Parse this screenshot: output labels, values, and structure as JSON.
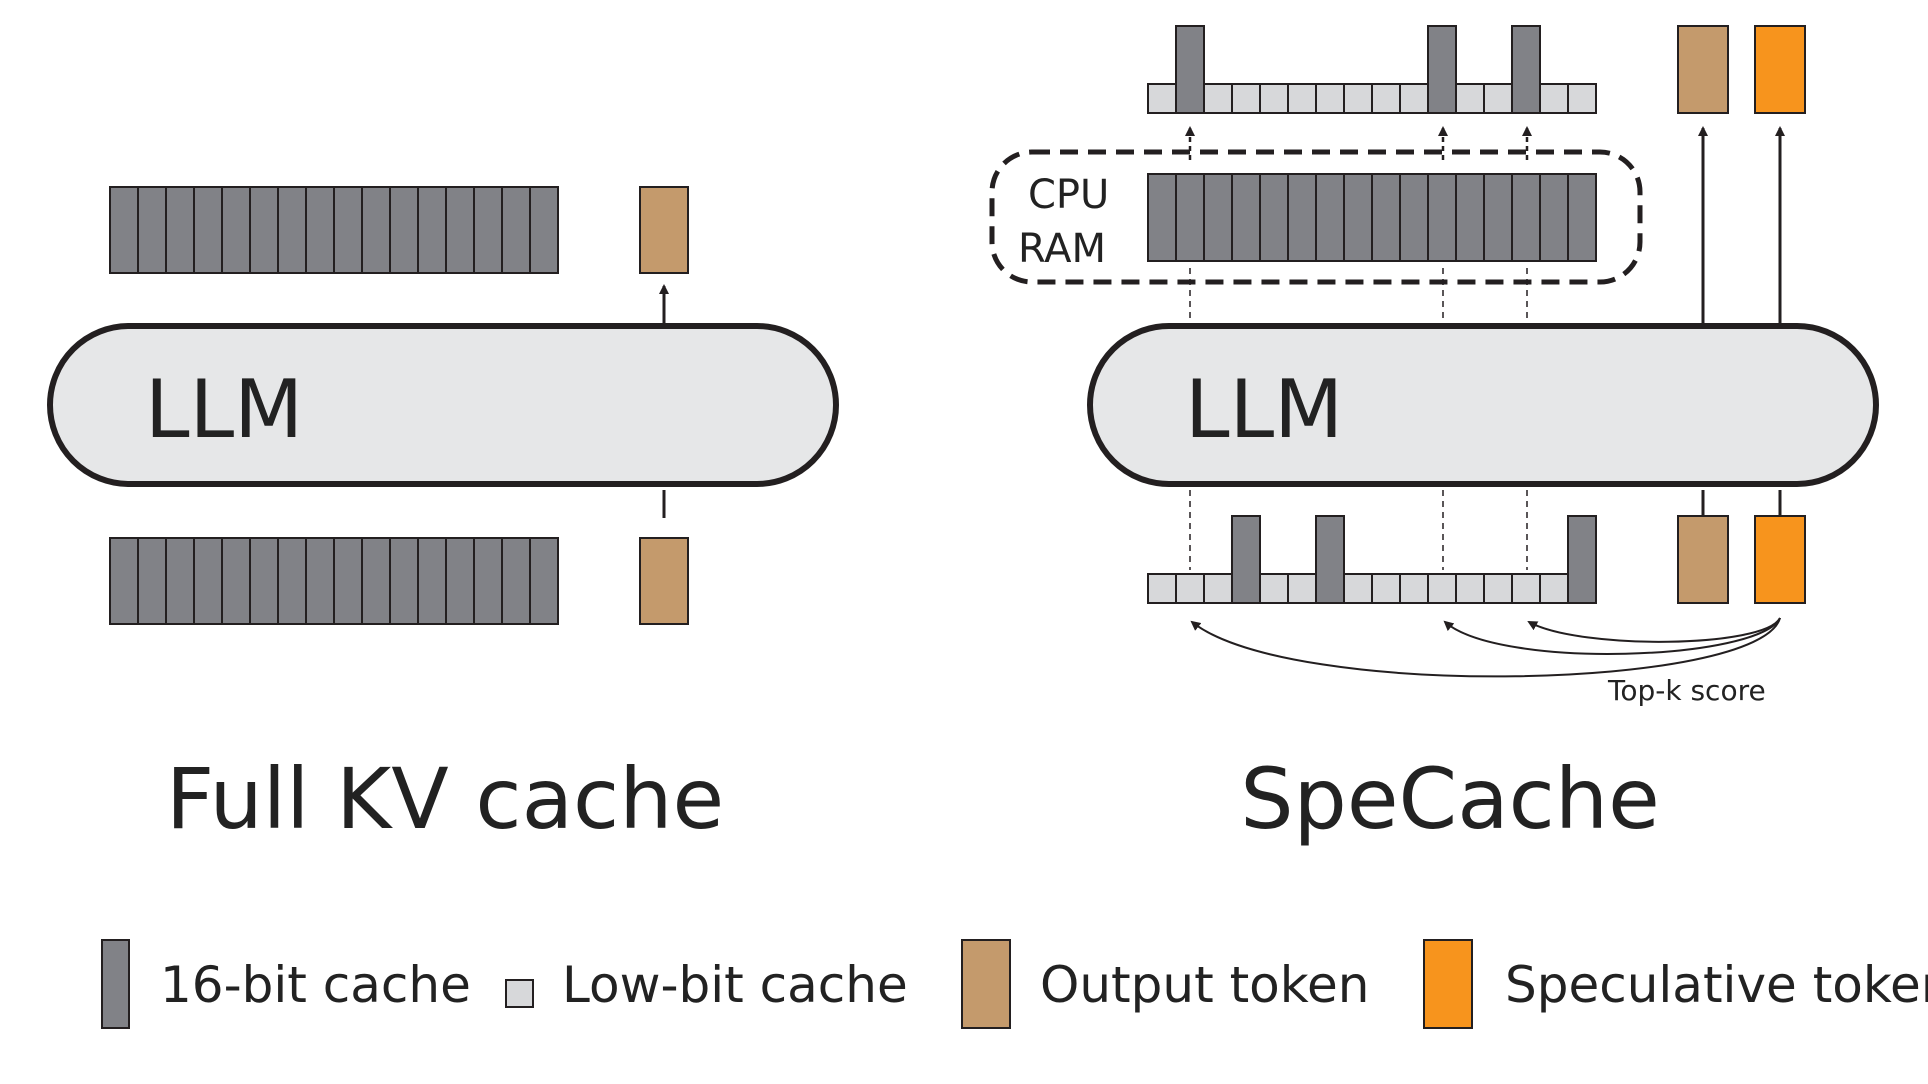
{
  "colors": {
    "cache_16bit": "#818287",
    "cache_lowbit": "#d7d8da",
    "output_token": "#c49a6c",
    "speculative_token": "#f7941d",
    "llm_fill": "#e6e7e8",
    "stroke": "#231f20"
  },
  "left_panel": {
    "llm_label": "LLM",
    "title": "Full KV cache",
    "cache_cells": 16
  },
  "right_panel": {
    "llm_label": "LLM",
    "title": "SpeCache",
    "ram_label_line1": "CPU",
    "ram_label_line2": "RAM",
    "cache_cells": 16,
    "topk_label": "Top-k score",
    "top_row_16bit_indices": [
      1,
      10,
      13
    ],
    "bottom_row_16bit_indices": [
      3,
      6,
      15
    ]
  },
  "legend": [
    {
      "label": "16-bit cache",
      "swatch": "cache_16bit"
    },
    {
      "label": "Low-bit cache",
      "swatch": "cache_lowbit"
    },
    {
      "label": "Output token",
      "swatch": "output_token"
    },
    {
      "label": "Speculative token",
      "swatch": "speculative_token"
    }
  ]
}
